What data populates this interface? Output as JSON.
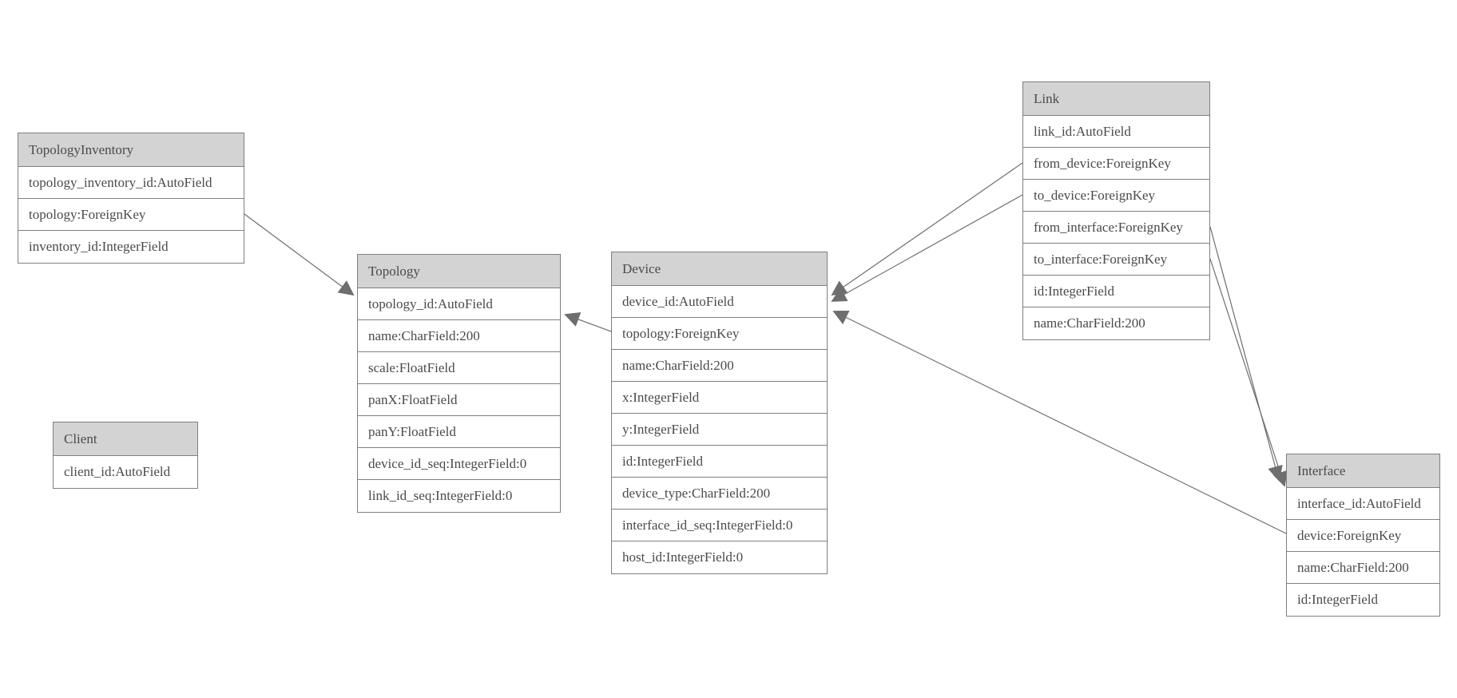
{
  "colors": {
    "header_fill": "#d3d3d3",
    "box_border": "#7f7f7f",
    "text": "#4a4a4a",
    "edge": "#6e6e6e"
  },
  "entities": [
    {
      "name": "TopologyInventory",
      "fields": [
        "topology_inventory_id:AutoField",
        "topology:ForeignKey",
        "inventory_id:IntegerField"
      ]
    },
    {
      "name": "Topology",
      "fields": [
        "topology_id:AutoField",
        "name:CharField:200",
        "scale:FloatField",
        "panX:FloatField",
        "panY:FloatField",
        "device_id_seq:IntegerField:0",
        "link_id_seq:IntegerField:0"
      ]
    },
    {
      "name": "Client",
      "fields": [
        "client_id:AutoField"
      ]
    },
    {
      "name": "Device",
      "fields": [
        "device_id:AutoField",
        "topology:ForeignKey",
        "name:CharField:200",
        "x:IntegerField",
        "y:IntegerField",
        "id:IntegerField",
        "device_type:CharField:200",
        "interface_id_seq:IntegerField:0",
        "host_id:IntegerField:0"
      ]
    },
    {
      "name": "Link",
      "fields": [
        "link_id:AutoField",
        "from_device:ForeignKey",
        "to_device:ForeignKey",
        "from_interface:ForeignKey",
        "to_interface:ForeignKey",
        "id:IntegerField",
        "name:CharField:200"
      ]
    },
    {
      "name": "Interface",
      "fields": [
        "interface_id:AutoField",
        "device:ForeignKey",
        "name:CharField:200",
        "id:IntegerField"
      ]
    }
  ],
  "relationships": [
    {
      "from": "TopologyInventory.topology",
      "to": "Topology.topology_id"
    },
    {
      "from": "Device.topology",
      "to": "Topology.topology_id"
    },
    {
      "from": "Link.from_device",
      "to": "Device.device_id"
    },
    {
      "from": "Link.to_device",
      "to": "Device.device_id"
    },
    {
      "from": "Link.from_interface",
      "to": "Interface.interface_id"
    },
    {
      "from": "Link.to_interface",
      "to": "Interface.interface_id"
    },
    {
      "from": "Interface.device",
      "to": "Device.device_id"
    }
  ]
}
